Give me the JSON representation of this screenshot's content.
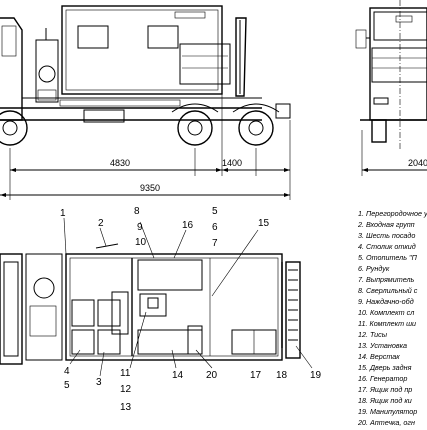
{
  "dimensions": {
    "body_length": "4830",
    "rear_overhang": "1400",
    "overall_length": "9350",
    "width_partial": "2040"
  },
  "callouts_top": [
    "1",
    "2",
    "8",
    "9",
    "10",
    "16",
    "5",
    "6",
    "7",
    "15"
  ],
  "callouts_bottom": [
    "4",
    "5",
    "3",
    "11",
    "12",
    "13",
    "14",
    "20",
    "17",
    "18",
    "19"
  ],
  "legend": [
    "1. Перегородочное у",
    "2. Входная групп",
    "3. Шесть посадо",
    "4. Столик откид",
    "5. Отопитель \"П",
    "6. Рундук",
    "7. Выпрямитель",
    "8. Сверлильный с",
    "9. Наждачно-обд",
    "10. Комплект сл",
    "11. Комплект ши",
    "12. Тисы",
    "13. Установка",
    "14. Верстак",
    "15. Дверь задня",
    "16. Генератор",
    "17. Ящик под пр",
    "18. Ящик под ки",
    "19. Манипулятор",
    "20. Аптечка, огн"
  ]
}
